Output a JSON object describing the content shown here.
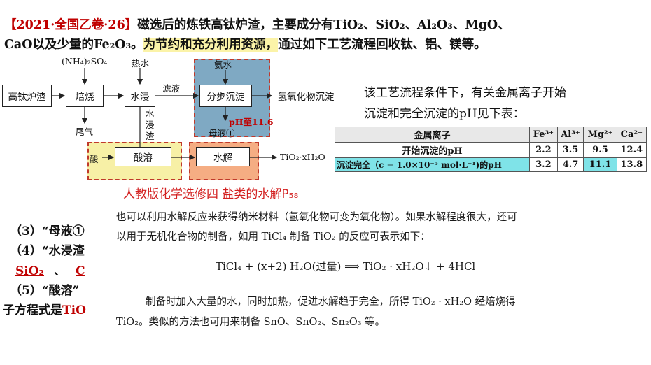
{
  "intro": {
    "tag": "【2021·全国乙卷·26】",
    "text1": "磁选后的炼铁高钛炉渣，主要成分有TiO₂、SiO₂、Al₂O₃、MgO、",
    "text2": "CaO以及少量的Fe₂O₃。",
    "highlight": "为节约和充分利用资源，",
    "text3": "通过如下工艺流程回收钛、铝、镁等。"
  },
  "flow": {
    "reagent_nh4": "(NH₄)₂SO₄",
    "reagent_hot_water": "热水",
    "reagent_ammonia": "氨水",
    "box_slag": "高钛炉渣",
    "box_roast": "焙烧",
    "box_leach": "水浸",
    "box_stepwise": "分步沉淀",
    "box_hydroxide": "氢氧化物沉淀",
    "filtrate": "滤液",
    "tail_gas": "尾气",
    "leach_residue": "水浸渣",
    "ph_label": "pH至11.6",
    "mother_liquor": "母液①",
    "acid": "酸",
    "box_acid_dissolve": "酸溶",
    "box_hydrolysis": "水解",
    "product": "TiO₂·xH₂O"
  },
  "right_info": {
    "line1": "该工艺流程条件下，有关金属离子开始",
    "line2": "沉淀和完全沉淀的pH见下表：",
    "table": {
      "header": [
        "金属离子",
        "Fe³⁺",
        "Al³⁺",
        "Mg²⁺",
        "Ca²⁺"
      ],
      "rows": [
        [
          "开始沉淀的pH",
          "2.2",
          "3.5",
          "9.5",
          "12.4"
        ],
        [
          "沉淀完全（c = 1.0×10⁻⁵ mol·L⁻¹)的pH",
          "3.2",
          "4.7",
          "11.1",
          "13.8"
        ]
      ]
    }
  },
  "questions": {
    "q3": "（3）“母液①",
    "q4": "（4）“水浸渣",
    "q4_ans1": "SiO₂",
    "q4_sep": "、",
    "q4_ans2": "C",
    "q5": "（5）“酸溶”",
    "q5_line2": "子方程式是",
    "q5_ans": "TiO"
  },
  "textbook": {
    "title": "人教版化学选修四 盐类的水解P₅₈",
    "p1": "也可以利用水解反应来获得纳米材料（氢氧化物可变为氧化物）。如果水解程度很大，还可",
    "p2": "以用于无机化合物的制备，如用 TiCl₄ 制备 TiO₂ 的反应可表示如下：",
    "equation": "TiCl₄ + (x+2) H₂O(过量) ⟹ TiO₂ · xH₂O↓ + 4HCl",
    "p3": "制备时加入大量的水，同时加热，促进水解趋于完全，所得 TiO₂ · xH₂O 经焙烧得",
    "p4": "TiO₂。类似的方法也可用来制备 SnO、SnO₂、Sn₂O₃ 等。"
  }
}
